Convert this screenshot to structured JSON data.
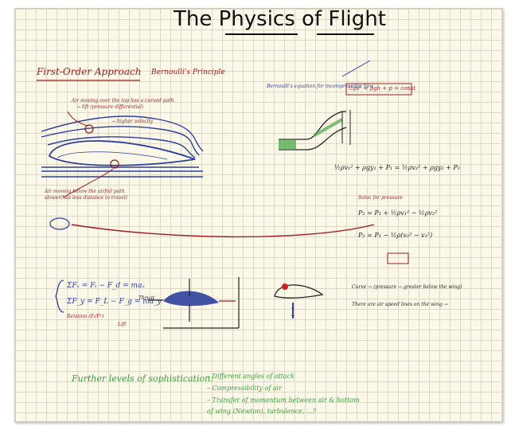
{
  "title": "The Physics of Flight",
  "first_order": "First-Order Approach",
  "bernoulli": "Bernoulli's Principle",
  "air_above_note": "Air moving over the top has a curved path",
  "air_above_note_2": "→ lift (pressure differential)",
  "higher_velocity": "→ higher velocity",
  "air_below_note": "Air moving below the airfoil path",
  "air_below_note_2": "slower(has less distance to travel)",
  "bernoulli_eq_label": "Bernoulli's equation for incompressible flow",
  "bernoulli_eq": "½ρv² + ρgh + p = const",
  "bernoulli_full": "½ρv₁² + ρgy₁ + P₁ = ½ρv₂² + ρgy₂ + P₂",
  "solve_label": "Solve for pressure",
  "p2_eq": "P₂ = P₁ + ½ρv₁² − ½ρv₂²",
  "p2_eq_2": "P₂ = P₁ − ½ρ(v₂² − v₁²)",
  "sum_fx": "ΣFₓ = Fₜ − F_d = maₓ",
  "sum_fy": "ΣF_y = F_L − F_g = ma_y",
  "thrust_label": "Thrust",
  "lift_label": "Lift",
  "thrust_vs_lift": "Relation (Fₜ/Fᴸ)",
  "airfoil_note_1": "Curve → (pressure → greater below the wing)",
  "airfoil_note_2": "There are air speed lines on the wing → ",
  "further_title": "Further levels of sophistication:",
  "further_items": [
    "– Different angles of attack",
    "– Compressibility of air",
    "– Transfer of momentum between air & bottom",
    "  of wing (Newton), turbulence, ...?"
  ]
}
